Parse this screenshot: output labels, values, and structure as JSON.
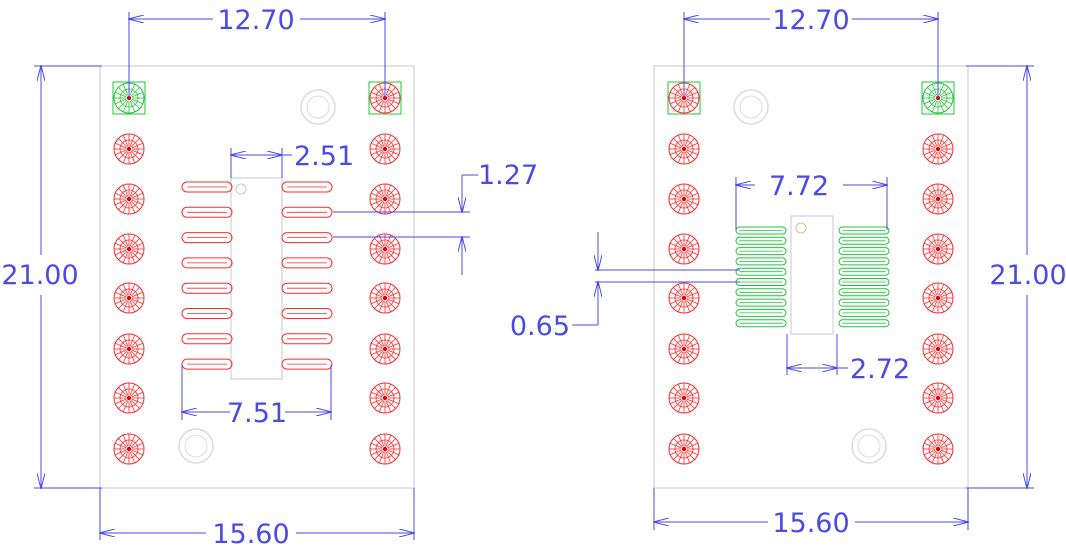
{
  "colors": {
    "dimension": "#4a4ae8",
    "outline": "#c8c8c8",
    "pad_red": "#ff2a2a",
    "pad_green": "#22c43a",
    "pad_center": "#e00000"
  },
  "left_board": {
    "top_width": "12.70",
    "height": "21.00",
    "bottom_width": "15.60",
    "pad_pitch": "1.27",
    "body_width": "2.51",
    "row_span": "7.51"
  },
  "right_board": {
    "top_width": "12.70",
    "height": "21.00",
    "bottom_width": "15.60",
    "pad_pitch": "0.65",
    "body_width": "2.72",
    "row_span": "7.72"
  }
}
